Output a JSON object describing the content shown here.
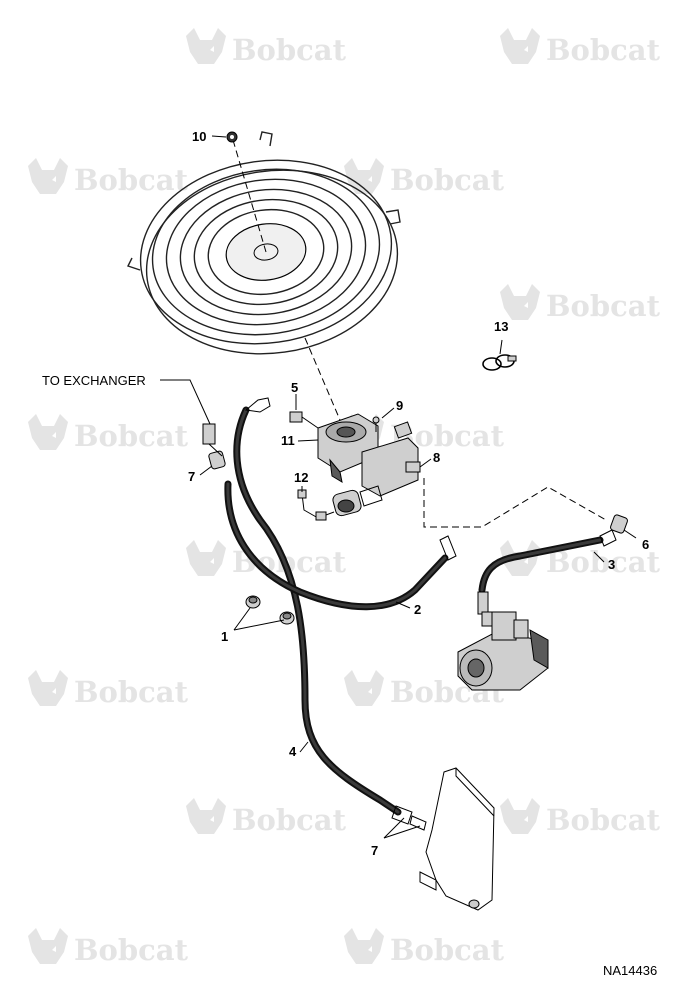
{
  "watermark": {
    "brand_text": "Bobcat",
    "logo_icon": "bobcat-head-icon"
  },
  "diagram": {
    "figure_id": "NA14436",
    "external_label": "TO EXCHANGER",
    "callouts": [
      {
        "id": "1",
        "part": "cap"
      },
      {
        "id": "2",
        "part": "hose"
      },
      {
        "id": "3",
        "part": "hose"
      },
      {
        "id": "4",
        "part": "hose"
      },
      {
        "id": "5",
        "part": "fitting"
      },
      {
        "id": "6",
        "part": "elbow-fitting"
      },
      {
        "id": "7",
        "part": "connector"
      },
      {
        "id": "8",
        "part": "fitting"
      },
      {
        "id": "9",
        "part": "screw"
      },
      {
        "id": "10",
        "part": "nut"
      },
      {
        "id": "11",
        "part": "fan-motor"
      },
      {
        "id": "12",
        "part": "harness"
      },
      {
        "id": "13",
        "part": "clamp"
      }
    ]
  }
}
